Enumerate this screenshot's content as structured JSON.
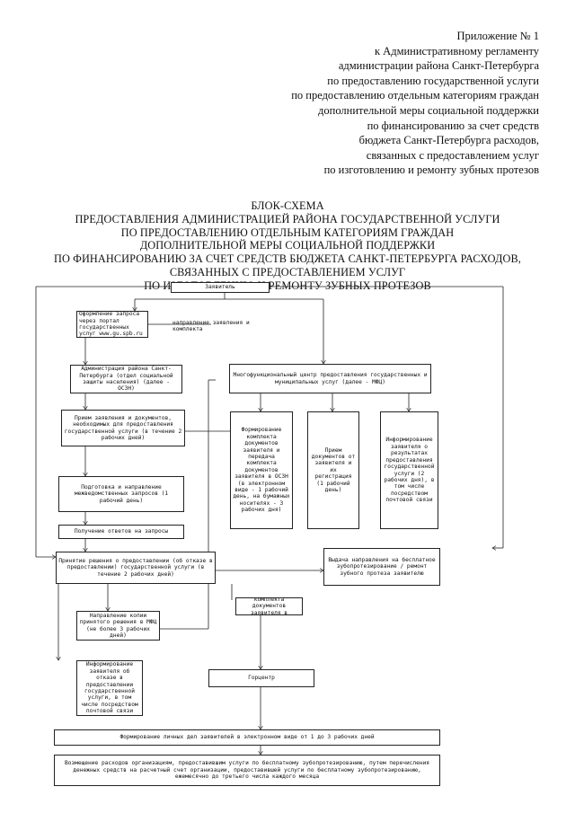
{
  "header": {
    "lines": [
      "Приложение № 1",
      "к Административному регламенту",
      "администрации района Санкт-Петербурга",
      "по предоставлению государственной услуги",
      "по предоставлению отдельным категориям граждан",
      "дополнительной меры социальной поддержки",
      "по финансированию за счет средств",
      "бюджета Санкт-Петербурга расходов,",
      "связанных с предоставлением услуг",
      "по изготовлению и ремонту зубных протезов"
    ]
  },
  "title": {
    "lines": [
      "БЛОК-СХЕМА",
      "ПРЕДОСТАВЛЕНИЯ АДМИНИСТРАЦИЕЙ РАЙОНА ГОСУДАРСТВЕННОЙ УСЛУГИ",
      "ПО ПРЕДОСТАВЛЕНИЮ ОТДЕЛЬНЫМ КАТЕГОРИЯМ ГРАЖДАН",
      "ДОПОЛНИТЕЛЬНОЙ МЕРЫ СОЦИАЛЬНОЙ ПОДДЕРЖКИ",
      "ПО ФИНАНСИРОВАНИЮ ЗА СЧЕТ СРЕДСТВ БЮДЖЕТА САНКТ-ПЕТЕРБУРГА РАСХОДОВ,",
      "СВЯЗАННЫХ С ПРЕДОСТАВЛЕНИЕМ УСЛУГ",
      "ПО ИЗГОТОВЛЕНИЮ И РЕМОНТУ ЗУБНЫХ ПРОТЕЗОВ"
    ]
  },
  "flow": {
    "applicant": "Заявитель",
    "portal": "Оформление запроса через портал государственных услуг www.gu.spb.ru",
    "send_note": "направление заявления и комплекта",
    "district": "Администрация района Санкт-Петербурга (отдел социальной защиты населения) (далее - ОСЗН)",
    "mfc": "Многофункциональный центр предоставления государственных и муниципальных услуг (далее - МФЦ)",
    "receive_docs": "Прием заявления и документов, необходимых для предоставления государственной услуги (в течение 2 рабочих дней)",
    "mfc_form": "Формирование комплекта документов заявителя и передача комплекта документов заявителя в ОСЗН (в электронном виде - 1 рабочий день, на бумажных носителях - 3 рабочих дня)",
    "mfc_reception": "Прием документов от заявителя и их регистрация (1 рабочий день)",
    "mfc_inform": "Информирование заявителя о результатах предоставления государственной услуги (2 рабочих дня), в том числе посредством почтовой связи",
    "interagency": "Подготовка и направление межведомственных запросов (1 рабочий день)",
    "responses": "Получение ответов на запросы",
    "decision": "Принятие решения о предоставлении (об отказе в предоставлении) государственной услуги (в течение 2 рабочих дней)",
    "referral": "Выдача направления на бесплатное зубопротезирование / ремонт зубного протеза заявителю",
    "send_package": "Направление комплекта документов заявителя в Горцентр",
    "send_decision": "Направление копии принятого решения в МФЦ (не более 3 рабочих дней)",
    "inform_refusal": "Информирование заявителя об отказе в предоставлении государственной услуги, в том числе посредством почтовой связи",
    "gorcenter": "Горцентр",
    "personal_files": "Формирование личных дел заявителей в электронном виде от 1 до 3 рабочих дней",
    "reimbursement": "Возмещение расходов организациям, предоставившим услуги по бесплатному зубопротезированию, путем перечисления денежных средств на расчетный счет организации, предоставившей услуги по бесплатному зубопротезированию, ежемесячно до третьего числа каждого месяца"
  }
}
